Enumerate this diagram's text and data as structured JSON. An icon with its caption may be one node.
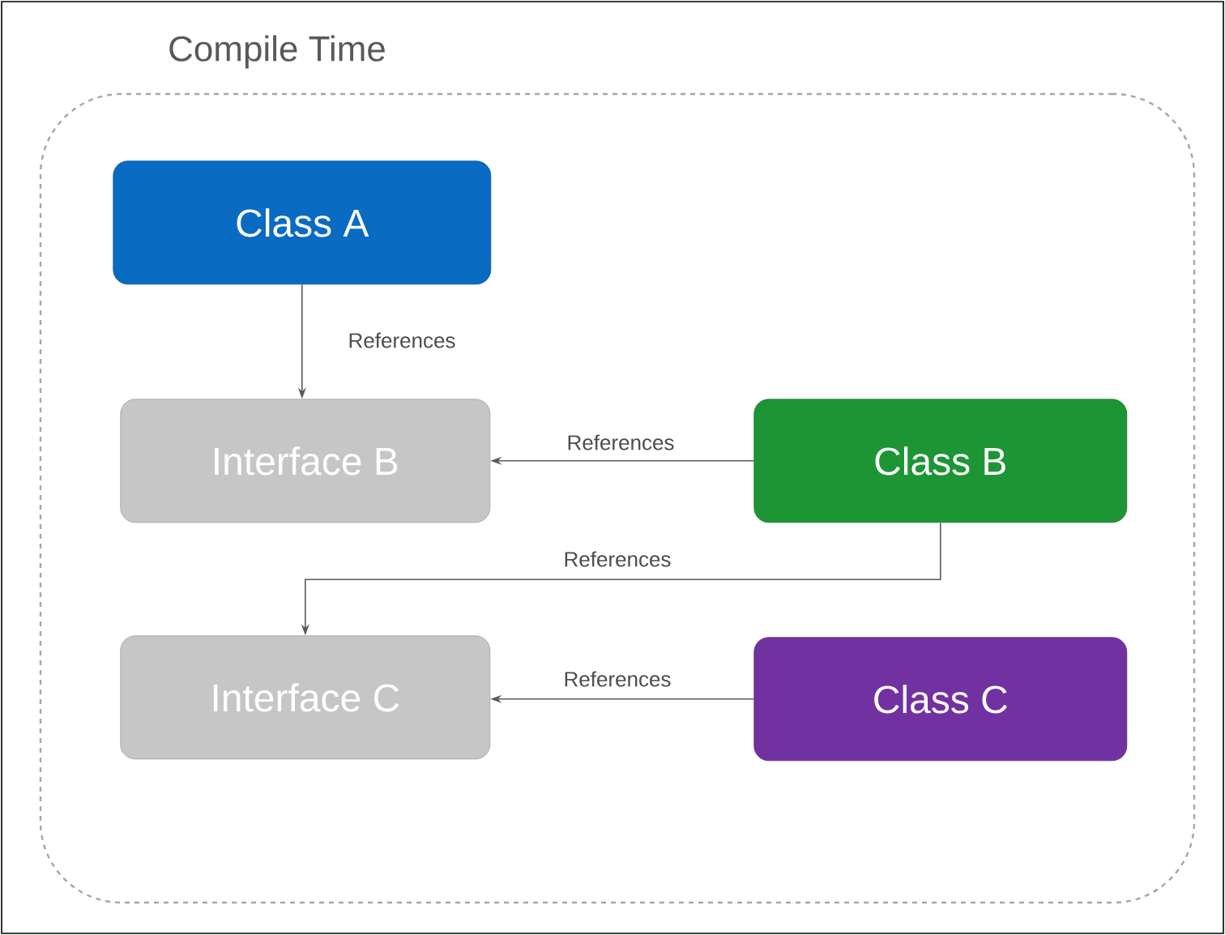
{
  "diagram": {
    "nodes": [
      {
        "text": [
          "Compile Time"
        ]
      },
      {
        "text": [
          "Class A"
        ],
        "in": 0
      },
      {
        "text": [
          "Interface B"
        ],
        "in": 0
      },
      {
        "text": [
          "Class B"
        ],
        "in": 0
      },
      {
        "text": [
          "Interface C"
        ],
        "in": 0
      },
      {
        "text": [
          "Class C"
        ],
        "in": 0
      }
    ],
    "edges": [
      {
        "from": 1,
        "to": 2,
        "arrow": "to",
        "label": "References"
      },
      {
        "from": 3,
        "to": 2,
        "arrow": "to",
        "label": "References"
      },
      {
        "from": 3,
        "to": 4,
        "arrow": "to",
        "label": "References"
      },
      {
        "from": 5,
        "to": 4,
        "arrow": "to",
        "label": "References"
      }
    ]
  }
}
